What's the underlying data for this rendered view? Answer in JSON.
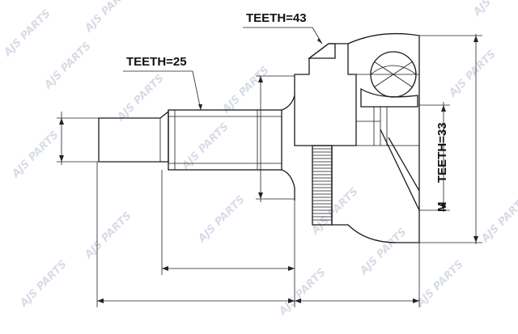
{
  "labels": {
    "teeth_outer": "TEETH=43",
    "teeth_shaft": "TEETH=25",
    "teeth_inner": "TEETH=33",
    "thread": "M"
  },
  "watermark": {
    "text": "AJS PARTS",
    "color": "#d8dce6"
  },
  "colors": {
    "line": "#1a1a1a",
    "background": "#ffffff"
  }
}
